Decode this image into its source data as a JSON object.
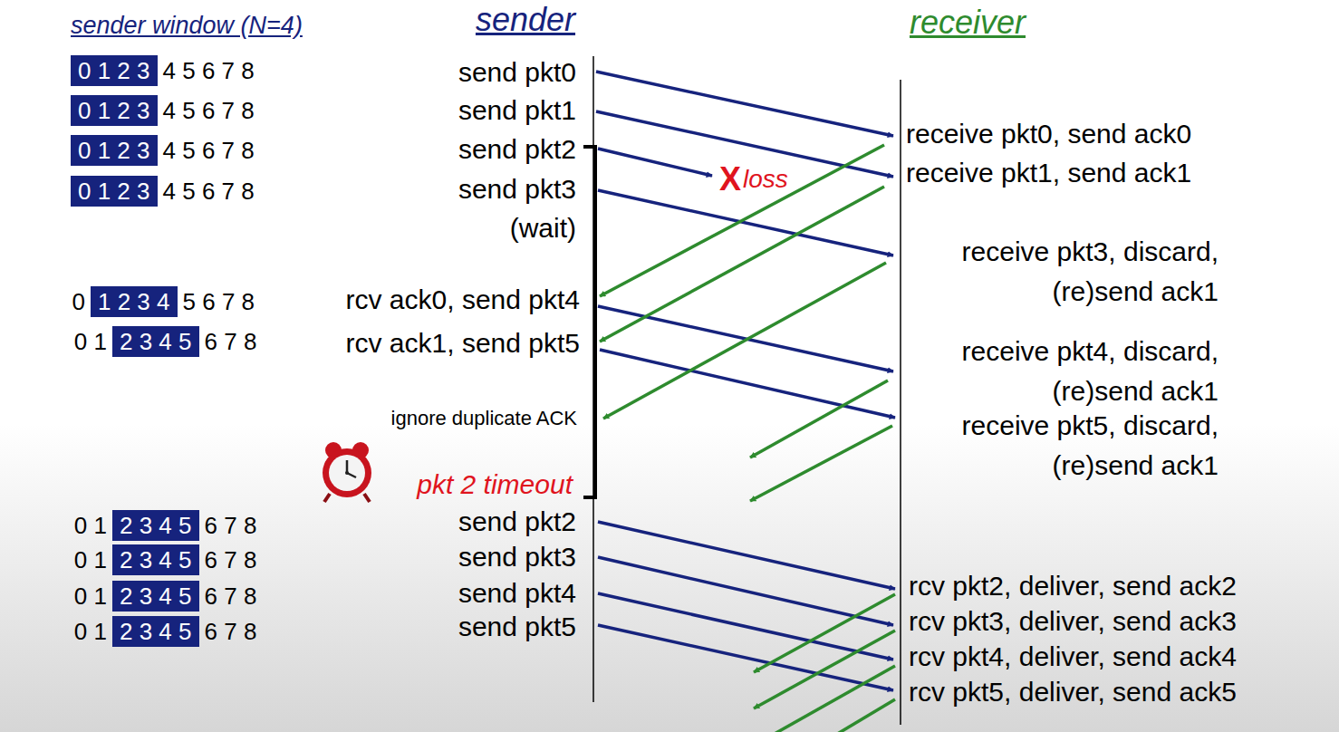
{
  "diagram": {
    "nodes": [
      {
        "text": [
          "0 1 2 3"
        ]
      },
      {
        "text": [
          "0 1 2 3"
        ]
      },
      {
        "text": [
          "0 1 2 3"
        ]
      },
      {
        "text": [
          "0 1 2 3"
        ]
      },
      {
        "text": [
          "1 2 3 4"
        ]
      },
      {
        "text": [
          "2 3 4 5"
        ]
      },
      {
        "text": [
          "2 3 4 5"
        ]
      },
      {
        "text": [
          "2 3 4 5"
        ]
      },
      {
        "text": [
          "2 3 4 5"
        ]
      },
      {
        "text": [
          "2 3 4 5"
        ]
      }
    ],
    "labels": [
      "sender window (N=4)",
      "sender",
      "receiver",
      "4 5 6 7 8",
      "4 5 6 7 8",
      "4 5 6 7 8",
      "4 5 6 7 8",
      "0",
      "5 6 7 8",
      "0 1",
      "6 7 8",
      "0 1",
      "6 7 8",
      "0 1",
      "6 7 8",
      "0 1",
      "6 7 8",
      "0 1",
      "6 7 8",
      "send pkt0",
      "send pkt1",
      "send pkt2",
      "send pkt3",
      "(wait)",
      "rcv ack0, send pkt4",
      "rcv ack1, send pkt5",
      "ignore duplicate ACK",
      "pkt 2 timeout",
      "send pkt2",
      "send pkt3",
      "send pkt4",
      "send pkt5",
      "X",
      "loss",
      "receive pkt0, send ack0",
      "receive pkt1, send ack1",
      "receive pkt3, discard, (re)send ack1",
      "receive pkt4, discard, (re)send ack1",
      "receive pkt5, discard, (re)send ack1",
      "rcv pkt2, deliver, send ack2",
      "rcv pkt3, deliver, send ack3",
      "rcv pkt4, deliver, send ack4",
      "rcv pkt5, deliver, send ack5"
    ]
  }
}
